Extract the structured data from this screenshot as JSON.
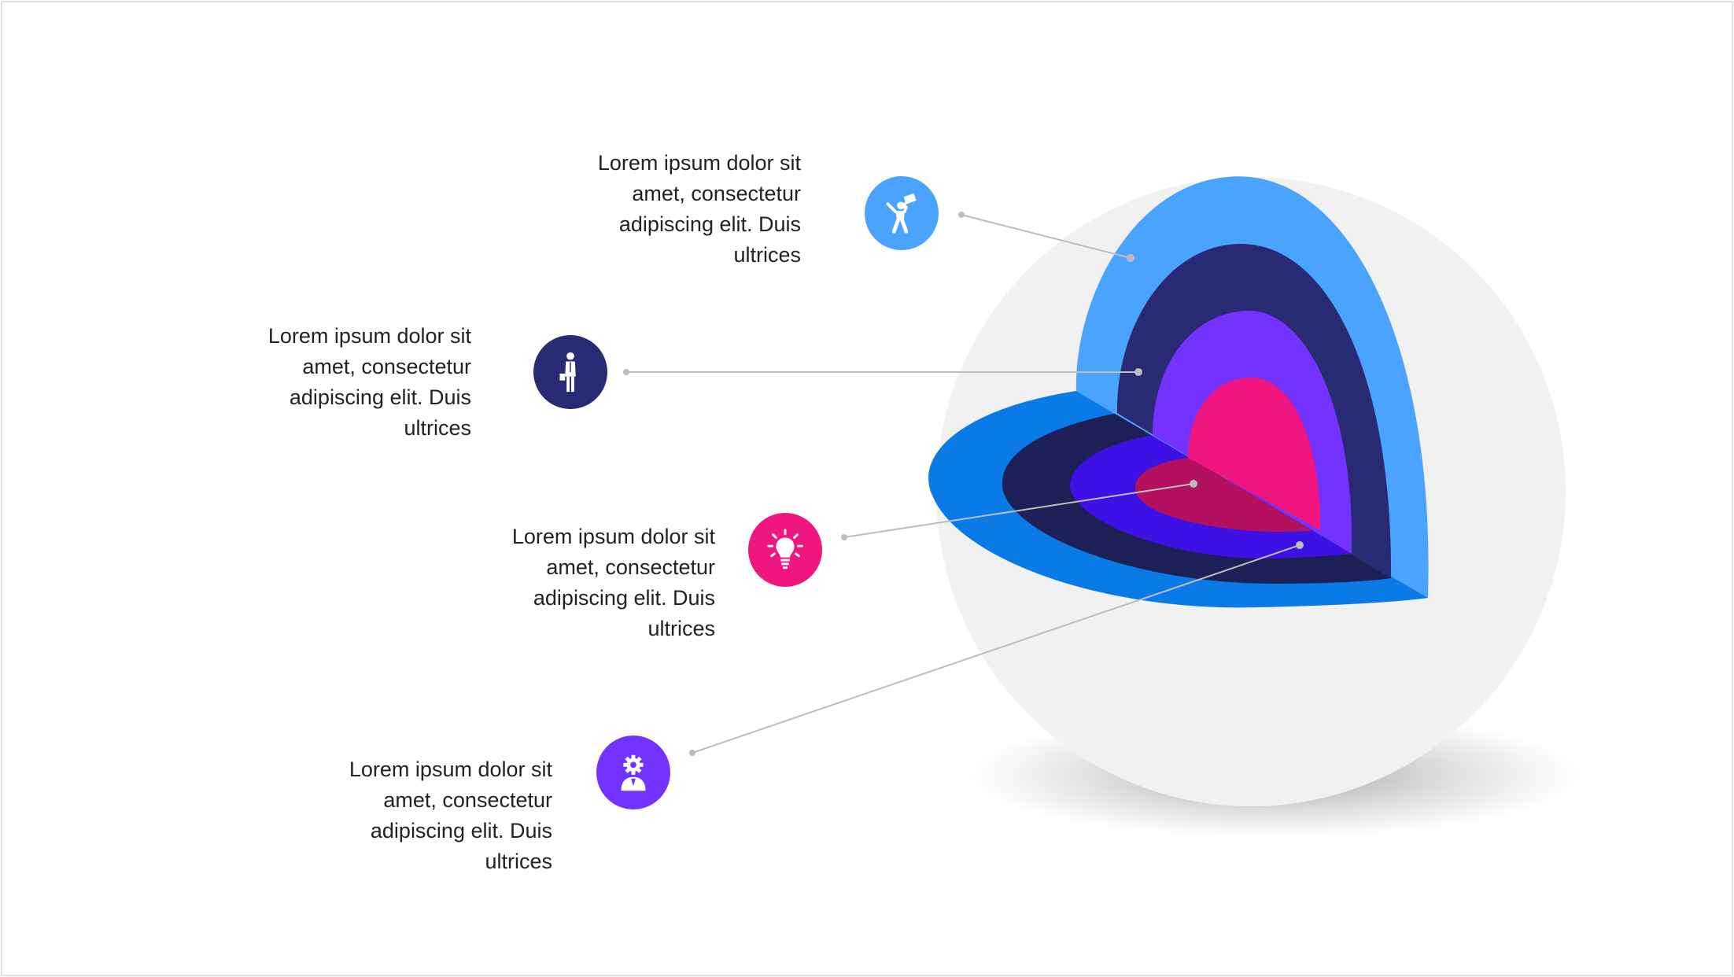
{
  "colors": {
    "sphere": "#f1f1f1",
    "layer1_outer_light": "#4aa3ff",
    "layer1_outer_dark": "#0a7ae6",
    "layer2_light": "#282a74",
    "layer2_dark": "#1d1f57",
    "layer3_light": "#7432ff",
    "layer3_dark": "#3d11e6",
    "core_light": "#f0167f",
    "core_dark": "#b3105f",
    "leader_line": "#bdbdbd"
  },
  "callouts": [
    {
      "id": "layer-1",
      "text": "Lorem ipsum dolor sit\namet, consectetur\nadipiscing elit. Duis\nultrices",
      "color": "#4aa3ff",
      "icon": "celebrating-person-icon"
    },
    {
      "id": "layer-2",
      "text": "Lorem ipsum dolor sit\namet, consectetur\nadipiscing elit. Duis\nultrices",
      "color": "#282a74",
      "icon": "businessman-icon"
    },
    {
      "id": "layer-3",
      "text": "Lorem ipsum dolor sit\namet, consectetur\nadipiscing elit. Duis\nultrices",
      "color": "#f0167f",
      "icon": "lightbulb-icon"
    },
    {
      "id": "layer-4",
      "text": "Lorem ipsum dolor sit\namet, consectetur\nadipiscing elit. Duis\nultrices",
      "color": "#7432ff",
      "icon": "worker-gear-icon"
    }
  ]
}
